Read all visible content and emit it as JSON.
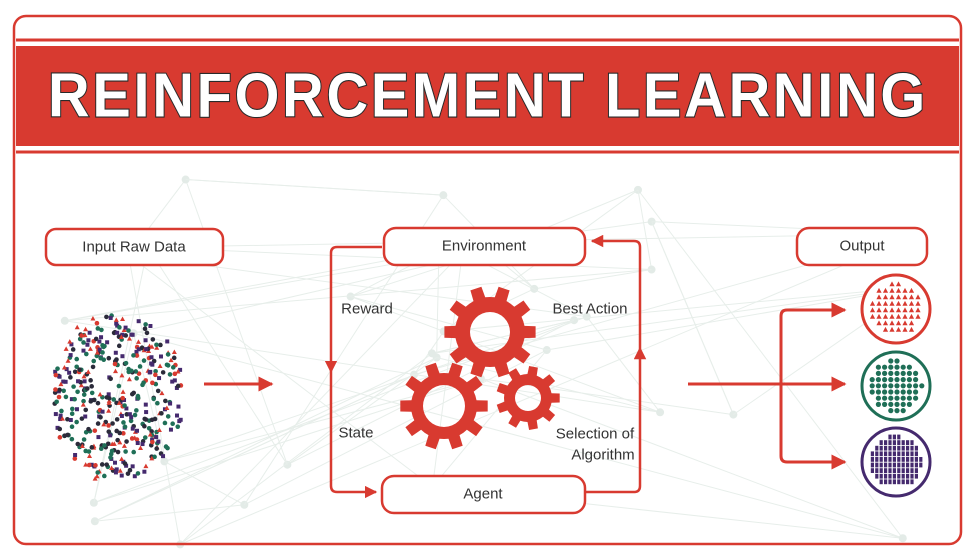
{
  "title": "REINFORCEMENT LEARNING",
  "labels": {
    "input": "Input Raw Data",
    "environment": "Environment",
    "agent": "Agent",
    "output": "Output",
    "reward": "Reward",
    "state": "State",
    "best_action": "Best Action",
    "selection_line1": "Selection of",
    "selection_line2": "Algorithm"
  },
  "colors": {
    "accent": "#d83a30",
    "text": "#333333",
    "dot_green": "#1f6f57",
    "dot_purple": "#452a6e",
    "background_net": "#e9efec"
  },
  "icons": [
    "gear-icon",
    "gear-icon",
    "gear-icon",
    "arrow-icon",
    "scatter-cluster-icon",
    "red-triangles-circle-icon",
    "green-dots-circle-icon",
    "purple-squares-circle-icon"
  ]
}
